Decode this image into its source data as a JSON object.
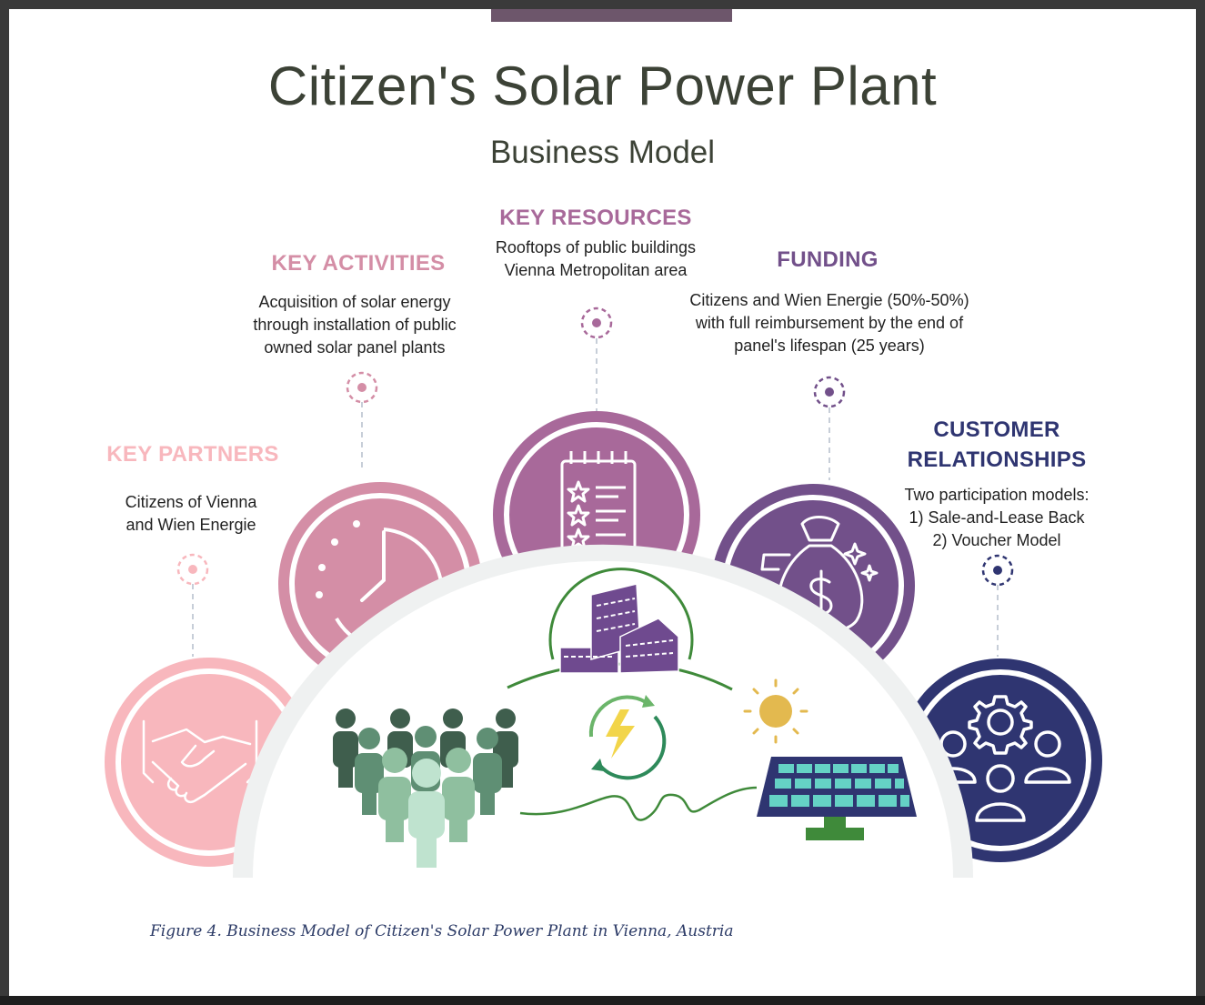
{
  "header": {
    "title": "Citizen's Solar Power Plant",
    "subtitle": "Business Model"
  },
  "sections": {
    "key_partners": {
      "heading": "KEY PARTNERS",
      "lines": [
        "Citizens of Vienna",
        "and Wien Energie"
      ],
      "color": "#f8b7bd"
    },
    "key_activities": {
      "heading": "KEY ACTIVITIES",
      "lines": [
        "Acquisition of solar energy",
        "through installation of public",
        "owned solar panel plants"
      ],
      "color": "#d48ea6"
    },
    "key_resources": {
      "heading": "KEY RESOURCES",
      "lines": [
        "Rooftops of public buildings",
        "Vienna Metropolitan area"
      ],
      "color": "#a8699a"
    },
    "funding": {
      "heading": "FUNDING",
      "lines": [
        "Citizens and Wien Energie (50%-50%)",
        "with full reimbursement by the end of",
        "panel's lifespan (25 years)"
      ],
      "color": "#72508a"
    },
    "customer_relationships": {
      "heading_lines": [
        "CUSTOMER",
        "RELATIONSHIPS"
      ],
      "lines": [
        "Two participation models:",
        "1) Sale-and-Lease Back",
        "2) Voucher Model"
      ],
      "color": "#2f3571"
    }
  },
  "caption": "Figure 4. Business Model of Citizen's Solar Power Plant in Vienna, Austria",
  "icons": [
    "handshake-icon",
    "clock-icon",
    "checklist-icon",
    "money-bag-icon",
    "team-gear-icon",
    "buildings-icon",
    "people-group-icon",
    "energy-cycle-icon",
    "sun-icon",
    "solar-panel-icon"
  ]
}
